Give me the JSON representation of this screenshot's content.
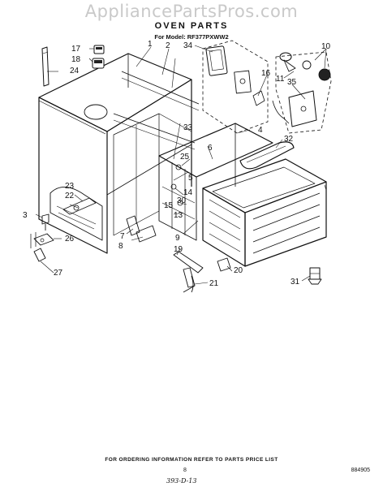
{
  "watermark": "AppliancePartsPros.com",
  "header": {
    "title": "OVEN PARTS",
    "model_label": "For Model: RF377PXWW2"
  },
  "callouts": [
    "1",
    "2",
    "3",
    "4",
    "5",
    "6",
    "7",
    "8",
    "9",
    "10",
    "11",
    "13",
    "14",
    "15",
    "16",
    "17",
    "18",
    "19",
    "20",
    "21",
    "22",
    "23",
    "24",
    "25",
    "26",
    "27",
    "30",
    "31",
    "32",
    "33",
    "34",
    "35"
  ],
  "footer": {
    "note": "FOR ORDERING INFORMATION REFER TO PARTS PRICE LIST",
    "page_number": "8",
    "doc_code": "884905",
    "handwritten": "393-D-13"
  }
}
